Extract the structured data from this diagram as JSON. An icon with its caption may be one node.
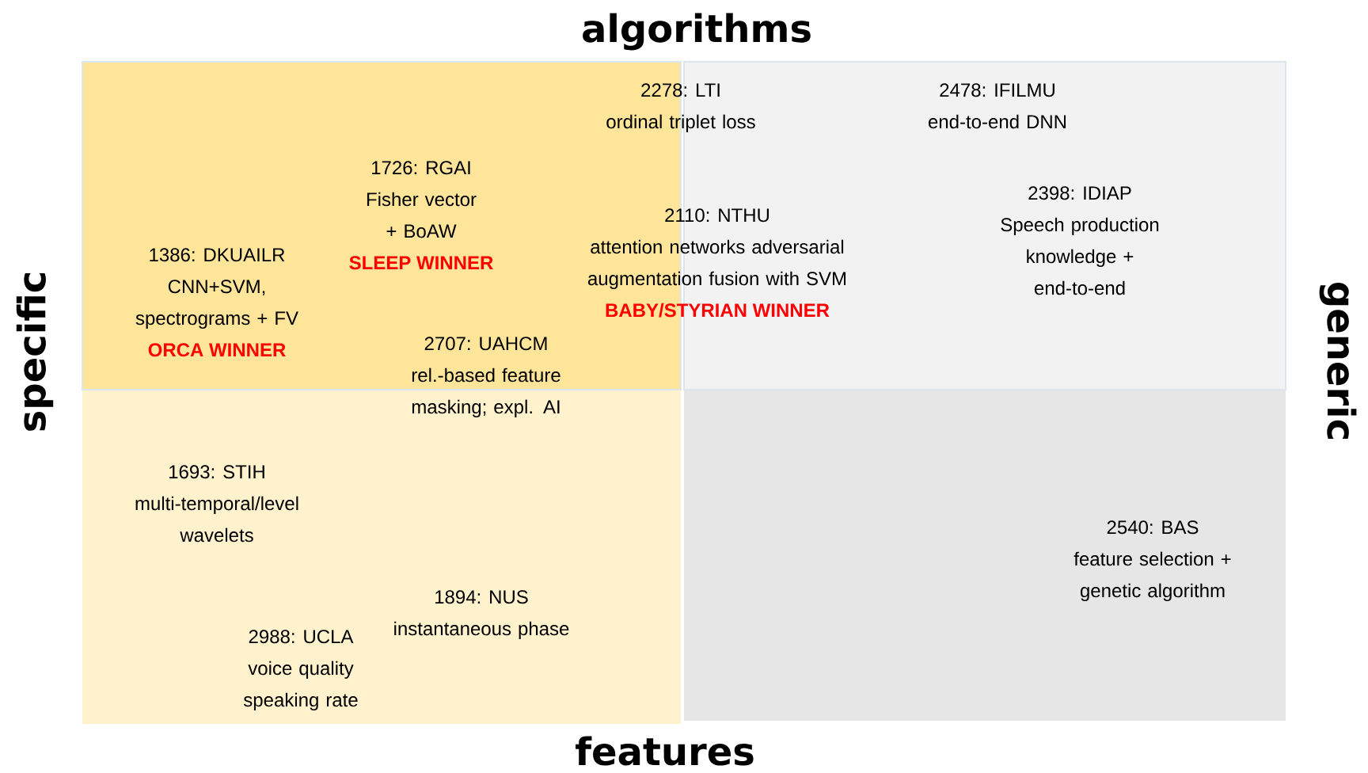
{
  "diagram": {
    "labels": [
      "algorithms",
      "2278: LTI",
      "ordinal triplet loss",
      "2478: IFILMU",
      "end-to-end DNN",
      "1726: RGAI",
      "Fisher vector + BoAW",
      "SLEEP WINNER",
      "1386: DKUAILR",
      "CNN+SVM, spectrograms + FV",
      "ORCA WINNER",
      "2110: NTHU",
      "attention networks adversarial augmentation fusion with SVM",
      "BABY/STYRIAN WINNER",
      "2398: IDIAP",
      "Speech production knowledge + end-to-end",
      "specific",
      "generic",
      "2707: UAHCM",
      "rel.-based feature masking; expl. AI",
      "1693: STIH",
      "multi-temporal/level wavelets",
      "2540: BAS",
      "feature selection + genetic algorithm",
      "1894: NUS",
      "instantaneous phase",
      "2988: UCLA",
      "voice quality speaking rate",
      "features"
    ]
  }
}
